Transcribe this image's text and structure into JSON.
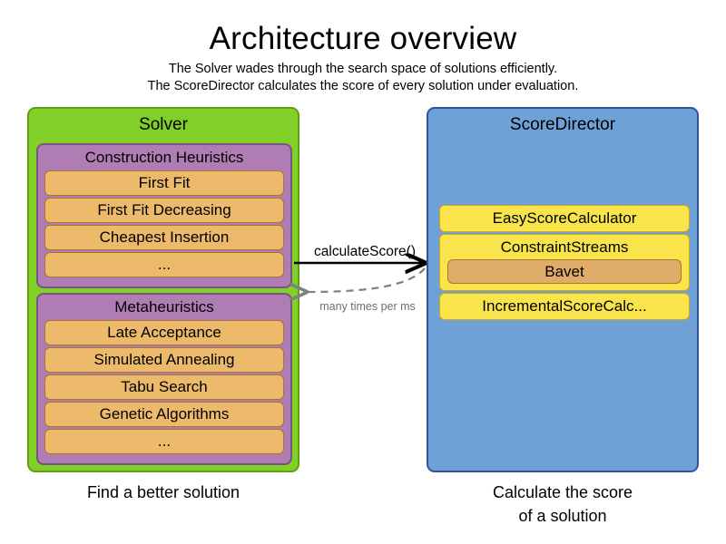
{
  "header": {
    "title": "Architecture overview",
    "subtitle_lines": [
      "The Solver wades through the search space of solutions efficiently.",
      "The ScoreDirector calculates the score of every solution under evaluation."
    ]
  },
  "solver": {
    "title": "Solver",
    "caption": "Find a better solution",
    "colors": {
      "panel": "#80D028",
      "panel_border": "#5FA016",
      "group": "#B07CB4",
      "group_border": "#7A5480",
      "item": "#EDBA6B",
      "item_border": "#A9762A"
    },
    "groups": [
      {
        "title": "Construction Heuristics",
        "items": [
          {
            "label": "First Fit"
          },
          {
            "label": "First Fit Decreasing"
          },
          {
            "label": "Cheapest Insertion"
          },
          {
            "label": "..."
          }
        ]
      },
      {
        "title": "Metaheuristics",
        "items": [
          {
            "label": "Late Acceptance"
          },
          {
            "label": "Simulated Annealing"
          },
          {
            "label": "Tabu Search"
          },
          {
            "label": "Genetic Algorithms"
          },
          {
            "label": "..."
          }
        ]
      }
    ]
  },
  "score_director": {
    "title": "ScoreDirector",
    "caption_lines": [
      "Calculate the score",
      "of a solution"
    ],
    "colors": {
      "panel": "#6FA1D6",
      "panel_border": "#2F5597",
      "item": "#FAE44C",
      "item_border": "#C9A81E",
      "nested_item": "#E0AC6A",
      "nested_item_border": "#A9762A"
    },
    "items": [
      {
        "label": "EasyScoreCalculator"
      },
      {
        "label": "ConstraintStreams",
        "child": "Bavet"
      },
      {
        "label": "IncrementalScoreCalc..."
      }
    ]
  },
  "connector": {
    "forward_label": "calculateScore()",
    "backward_label": "many times per ms",
    "forward_color": "#000000",
    "backward_color": "#808080"
  }
}
